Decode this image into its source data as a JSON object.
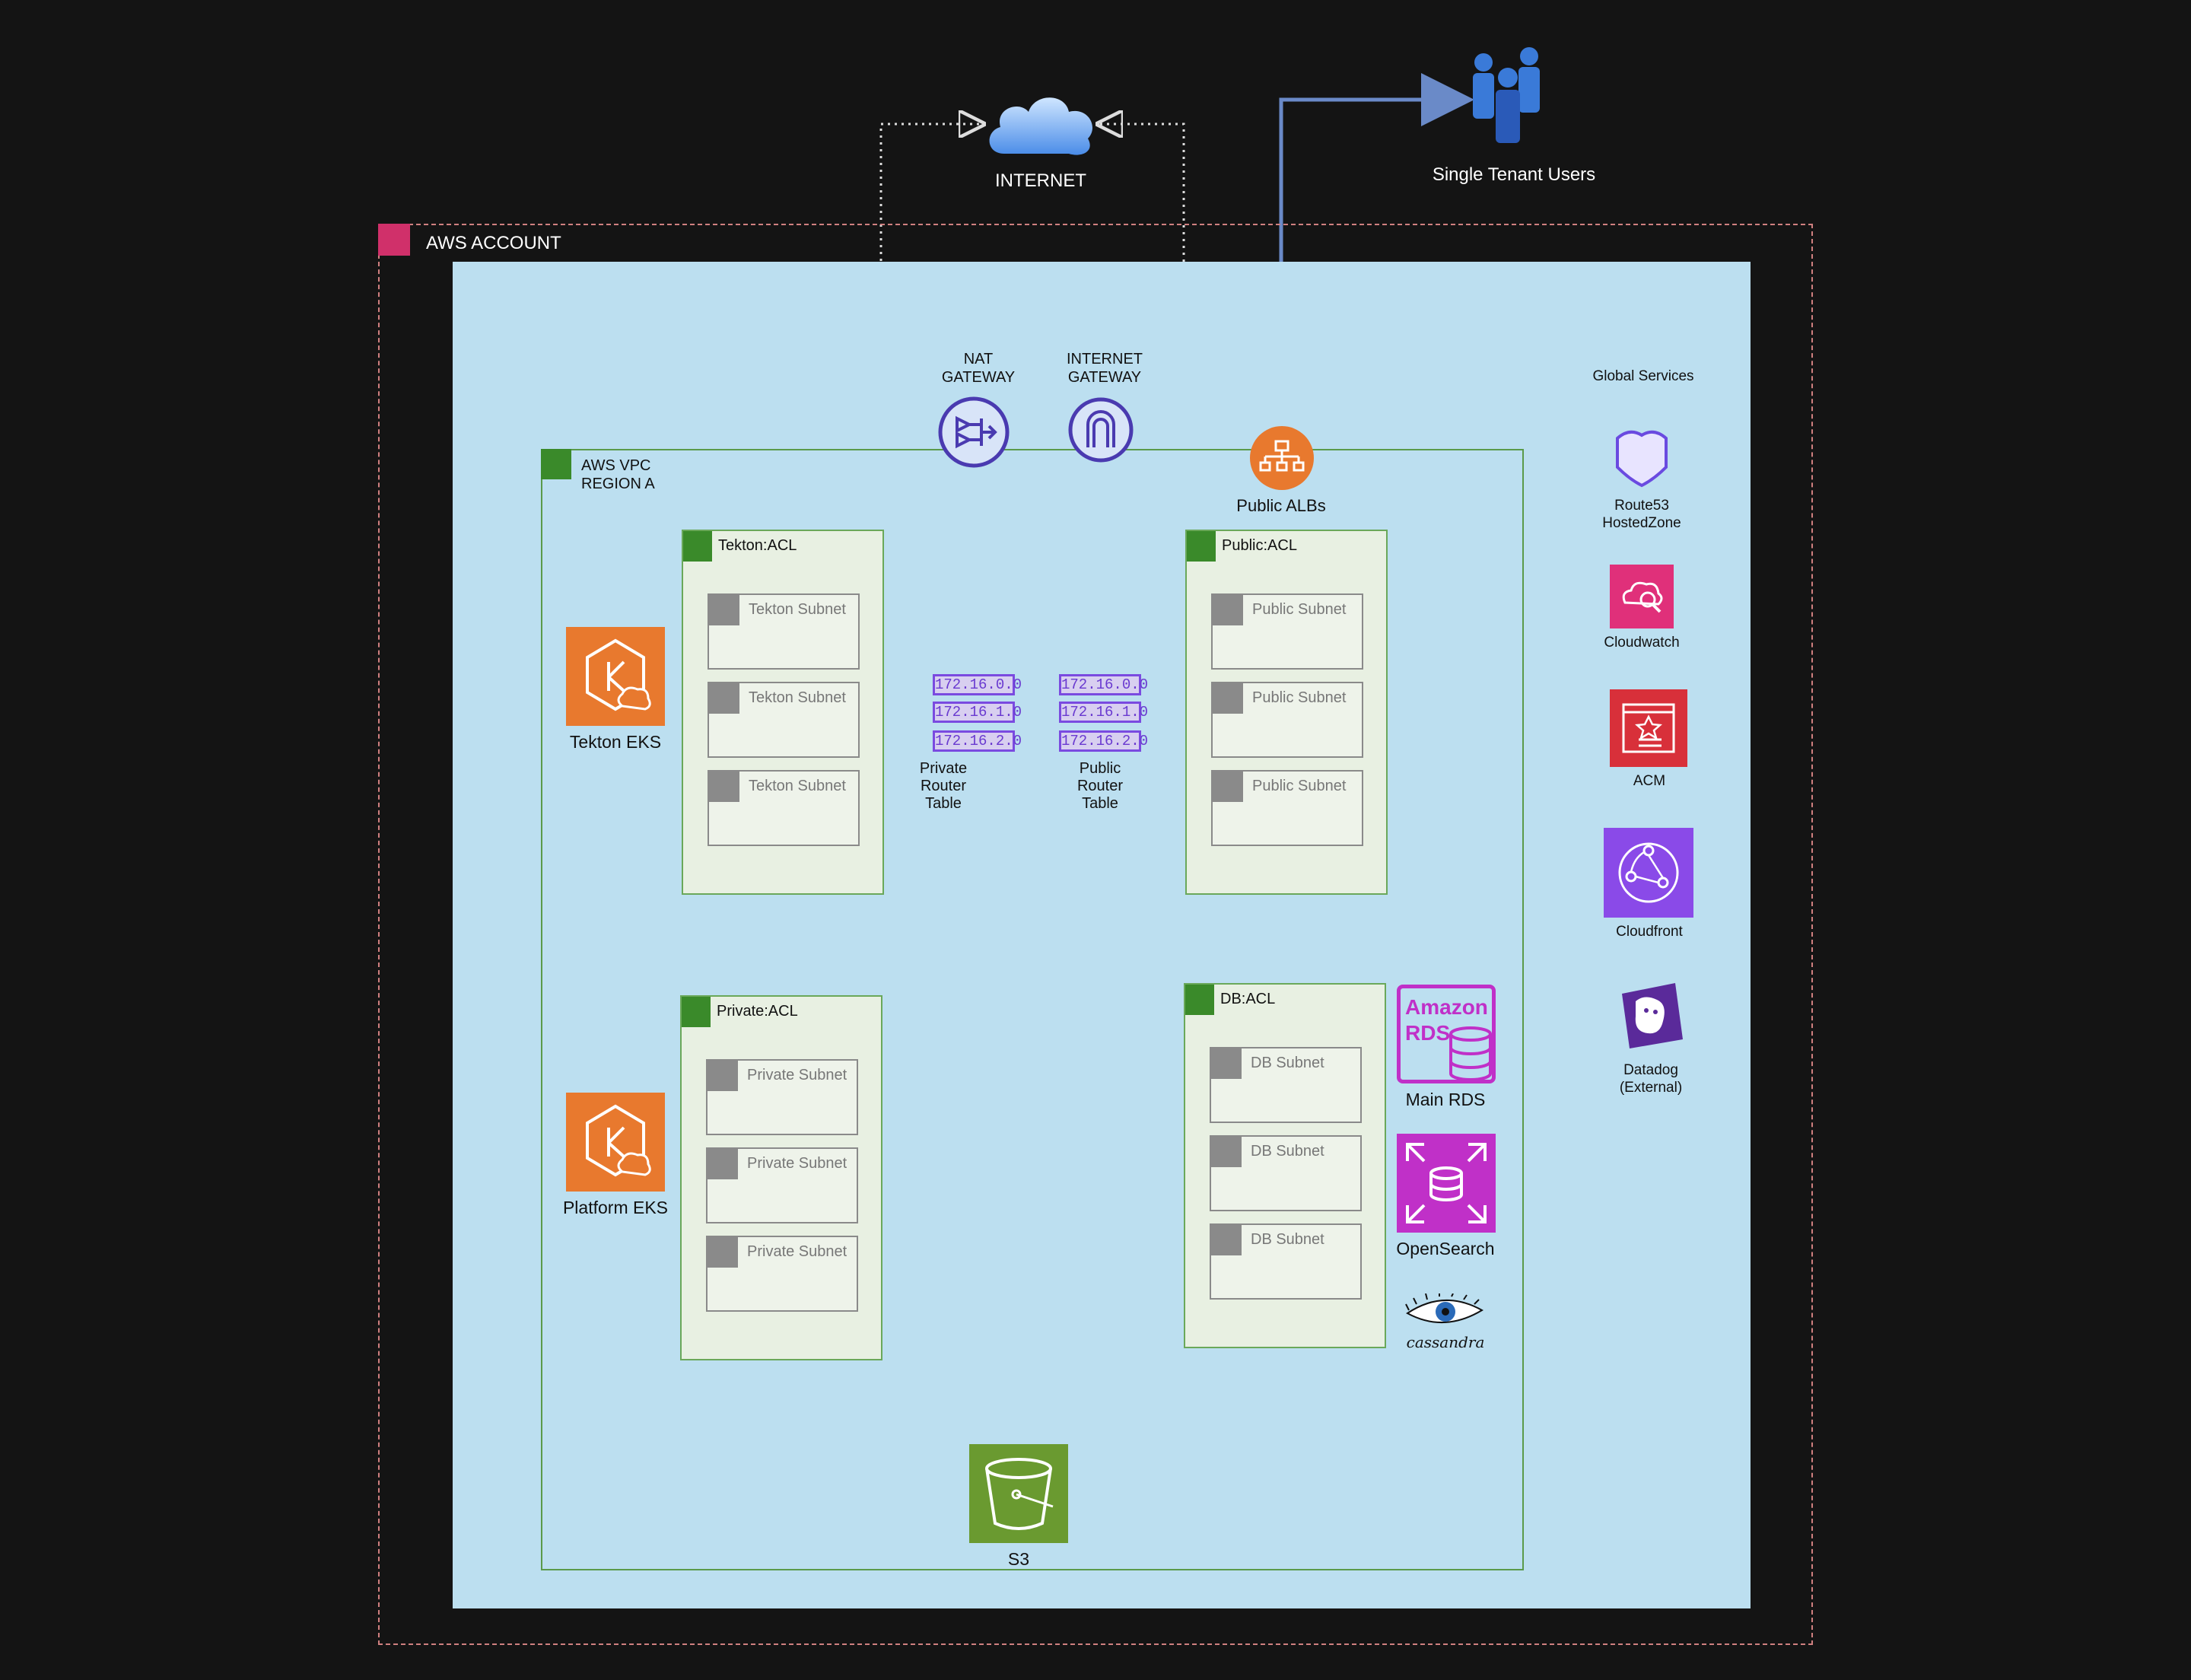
{
  "internet": {
    "label": "INTERNET"
  },
  "users": {
    "label": "Single Tenant Users"
  },
  "account": {
    "label": "AWS ACCOUNT"
  },
  "vpc": {
    "line1": "AWS VPC",
    "line2": "REGION A"
  },
  "nat_gateway": {
    "line1": "NAT",
    "line2": "GATEWAY"
  },
  "internet_gateway": {
    "line1": "INTERNET",
    "line2": "GATEWAY"
  },
  "alb": {
    "label": "Public ALBs"
  },
  "global_services": {
    "title": "Global Services",
    "route53": {
      "line1": "Route53",
      "line2": "HostedZone"
    },
    "cloudwatch": "Cloudwatch",
    "acm": "ACM",
    "cloudfront": "Cloudfront",
    "datadog": {
      "line1": "Datadog",
      "line2": "(External)"
    }
  },
  "acls": {
    "tekton": {
      "title": "Tekton:ACL",
      "subnets": [
        "Tekton Subnet",
        "Tekton Subnet",
        "Tekton Subnet"
      ]
    },
    "public": {
      "title": "Public:ACL",
      "subnets": [
        "Public Subnet",
        "Public Subnet",
        "Public Subnet"
      ]
    },
    "private": {
      "title": "Private:ACL",
      "subnets": [
        "Private Subnet",
        "Private Subnet",
        "Private Subnet"
      ]
    },
    "db": {
      "title": "DB:ACL",
      "subnets": [
        "DB Subnet",
        "DB Subnet",
        "DB Subnet"
      ]
    }
  },
  "route_tables": {
    "private": {
      "entries": [
        "172.16.0.0",
        "172.16.1.0",
        "172.16.2.0"
      ],
      "line1": "Private",
      "line2": "Router",
      "line3": "Table"
    },
    "public": {
      "entries": [
        "172.16.0.0",
        "172.16.1.0",
        "172.16.2.0"
      ],
      "line1": "Public",
      "line2": "Router",
      "line3": "Table"
    }
  },
  "tekton_eks": "Tekton EKS",
  "platform_eks": "Platform EKS",
  "rds": {
    "logo_line1": "Amazon",
    "logo_line2": "RDS",
    "label": "Main RDS"
  },
  "opensearch": "OpenSearch",
  "cassandra": "cassandra",
  "s3": "S3",
  "colors": {
    "background": "#141414",
    "cloud_area": "#bcdff0",
    "acl_green": "#3a8a2a",
    "gateway_purple": "#4a3ab0",
    "eks_orange": "#e8792e",
    "rds_magenta": "#c030c8",
    "s3_green": "#6a9a30"
  }
}
